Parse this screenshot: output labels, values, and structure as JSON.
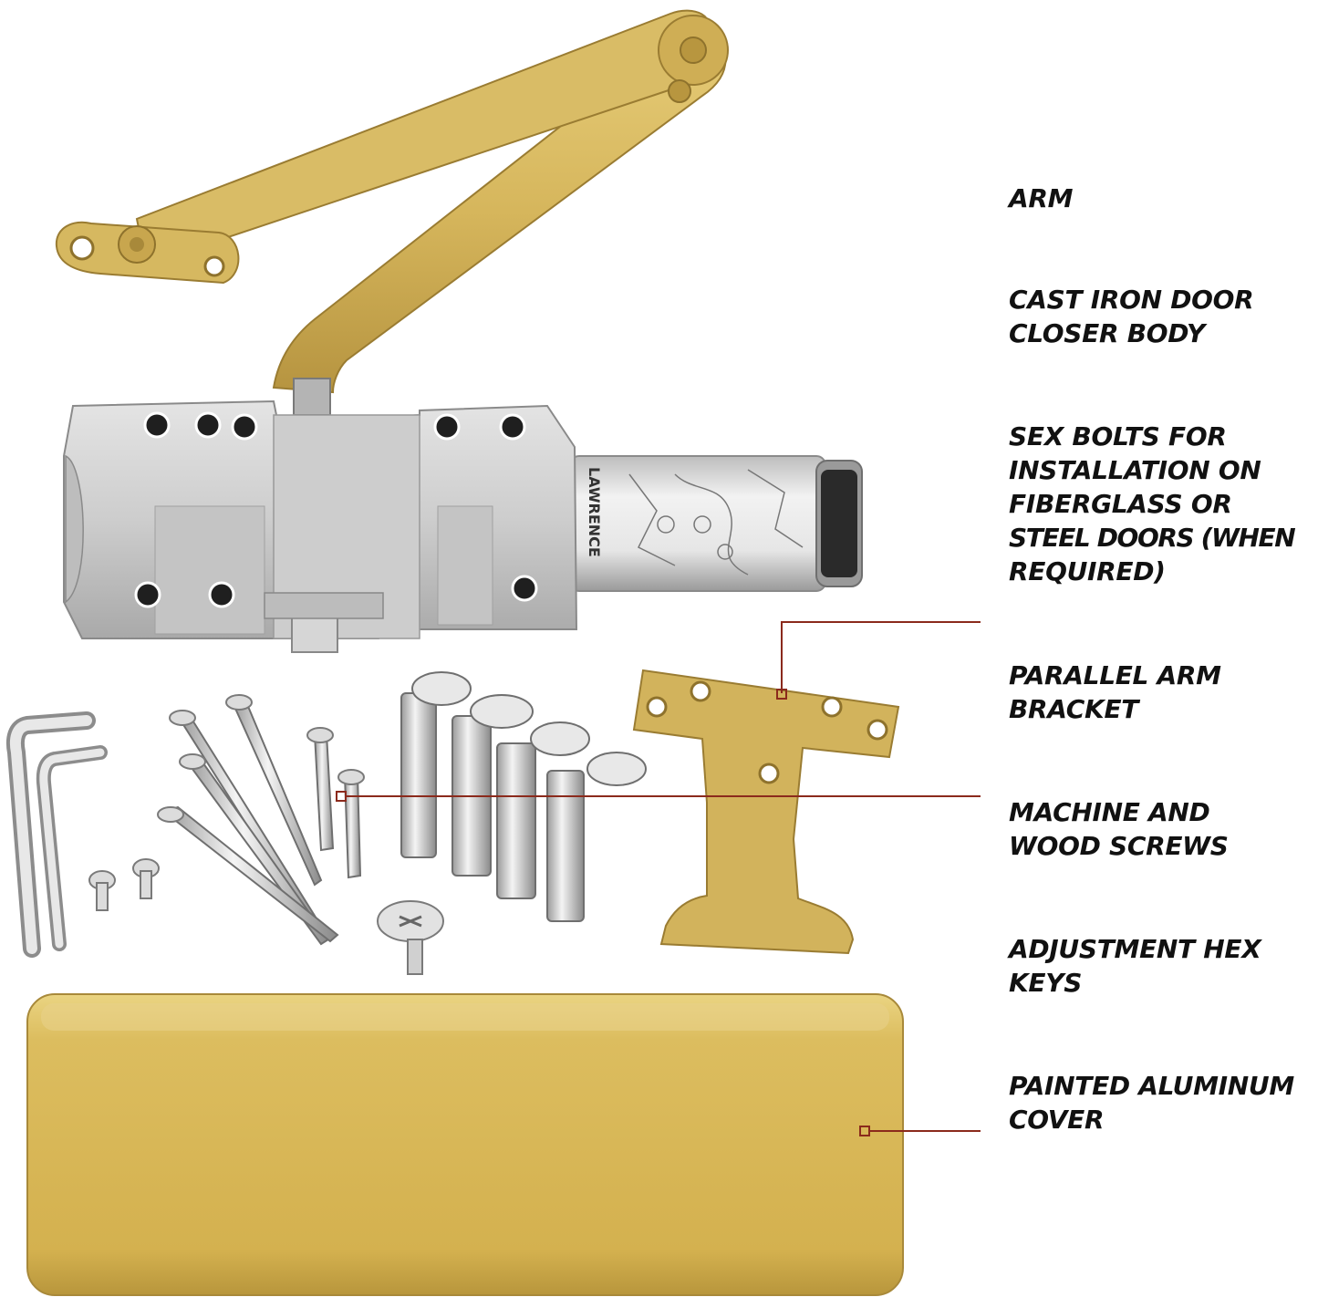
{
  "colors": {
    "brass": "#d4b45a",
    "brass_dark": "#a8893a",
    "steel": "#cfcfcf",
    "steel_dark": "#8e8e8e",
    "leader_line": "#8b2a1c",
    "label_text": "#111111"
  },
  "labels": [
    {
      "id": "arm",
      "lines": [
        "ARM"
      ]
    },
    {
      "id": "body",
      "lines": [
        "CAST IRON DOOR",
        "CLOSER BODY"
      ]
    },
    {
      "id": "sex-bolts",
      "lines": [
        "SEX BOLTS FOR",
        "INSTALLATION ON",
        "FIBERGLASS OR",
        "STEEL DOORS (WHEN",
        "REQUIRED)"
      ]
    },
    {
      "id": "bracket",
      "lines": [
        "PARALLEL ARM",
        "BRACKET"
      ]
    },
    {
      "id": "screws",
      "lines": [
        "MACHINE AND",
        "WOOD SCREWS"
      ]
    },
    {
      "id": "hex-keys",
      "lines": [
        "ADJUSTMENT HEX",
        "KEYS"
      ]
    },
    {
      "id": "cover",
      "lines": [
        "PAINTED ALUMINUM",
        "COVER"
      ]
    }
  ],
  "body_branding": "LAWRENCE"
}
